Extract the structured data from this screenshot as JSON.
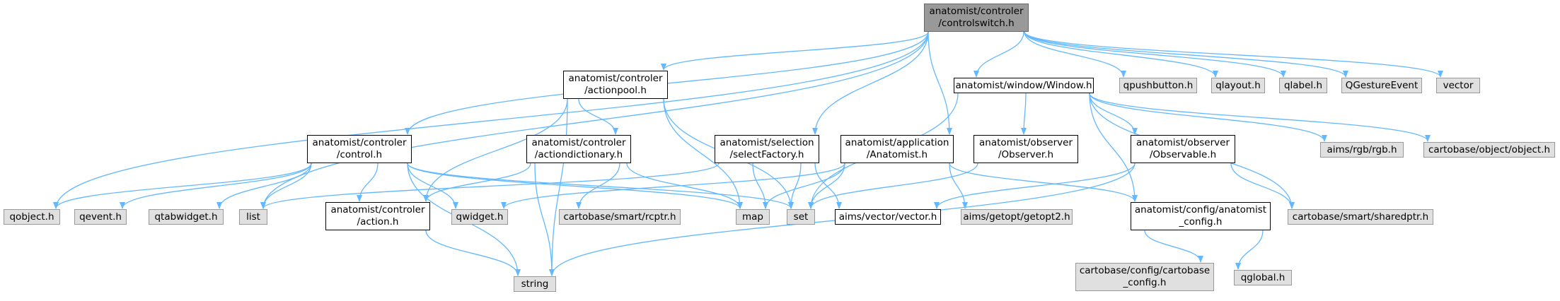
{
  "diagram": {
    "colors": {
      "edge": "#63b8ff",
      "documented_fill": "#ffffff",
      "external_fill": "#e0e0e0",
      "root_fill": "#999999"
    },
    "nodes": {
      "root": {
        "lines": [
          "anatomist/controler",
          "/controlswitch.h"
        ]
      },
      "actionpool": {
        "lines": [
          "anatomist/controler",
          "/actionpool.h"
        ]
      },
      "window": {
        "lines": [
          "anatomist/window/Window.h"
        ]
      },
      "qpushbutton": {
        "lines": [
          "qpushbutton.h"
        ]
      },
      "qlayout": {
        "lines": [
          "qlayout.h"
        ]
      },
      "qlabel": {
        "lines": [
          "qlabel.h"
        ]
      },
      "qgesture": {
        "lines": [
          "QGestureEvent"
        ]
      },
      "vector": {
        "lines": [
          "vector"
        ]
      },
      "control": {
        "lines": [
          "anatomist/controler",
          "/control.h"
        ]
      },
      "actiondict": {
        "lines": [
          "anatomist/controler",
          "/actiondictionary.h"
        ]
      },
      "selectfactory": {
        "lines": [
          "anatomist/selection",
          "/selectFactory.h"
        ]
      },
      "anatomist": {
        "lines": [
          "anatomist/application",
          "/Anatomist.h"
        ]
      },
      "observer": {
        "lines": [
          "anatomist/observer",
          "/Observer.h"
        ]
      },
      "observable": {
        "lines": [
          "anatomist/observer",
          "/Observable.h"
        ]
      },
      "rgb": {
        "lines": [
          "aims/rgb/rgb.h"
        ]
      },
      "object": {
        "lines": [
          "cartobase/object/object.h"
        ]
      },
      "qobject": {
        "lines": [
          "qobject.h"
        ]
      },
      "qevent": {
        "lines": [
          "qevent.h"
        ]
      },
      "qtabwidget": {
        "lines": [
          "qtabwidget.h"
        ]
      },
      "list": {
        "lines": [
          "list"
        ]
      },
      "action": {
        "lines": [
          "anatomist/controler",
          "/action.h"
        ]
      },
      "qwidget": {
        "lines": [
          "qwidget.h"
        ]
      },
      "rcptr": {
        "lines": [
          "cartobase/smart/rcptr.h"
        ]
      },
      "map": {
        "lines": [
          "map"
        ]
      },
      "set": {
        "lines": [
          "set"
        ]
      },
      "aimsvector": {
        "lines": [
          "aims/vector/vector.h"
        ]
      },
      "getopt": {
        "lines": [
          "aims/getopt/getopt2.h"
        ]
      },
      "config": {
        "lines": [
          "anatomist/config/anatomist",
          "_config.h"
        ]
      },
      "sharedptr": {
        "lines": [
          "cartobase/smart/sharedptr.h"
        ]
      },
      "string": {
        "lines": [
          "string"
        ]
      },
      "cartoconfig": {
        "lines": [
          "cartobase/config/cartobase",
          "_config.h"
        ]
      },
      "qglobal": {
        "lines": [
          "qglobal.h"
        ]
      }
    }
  }
}
